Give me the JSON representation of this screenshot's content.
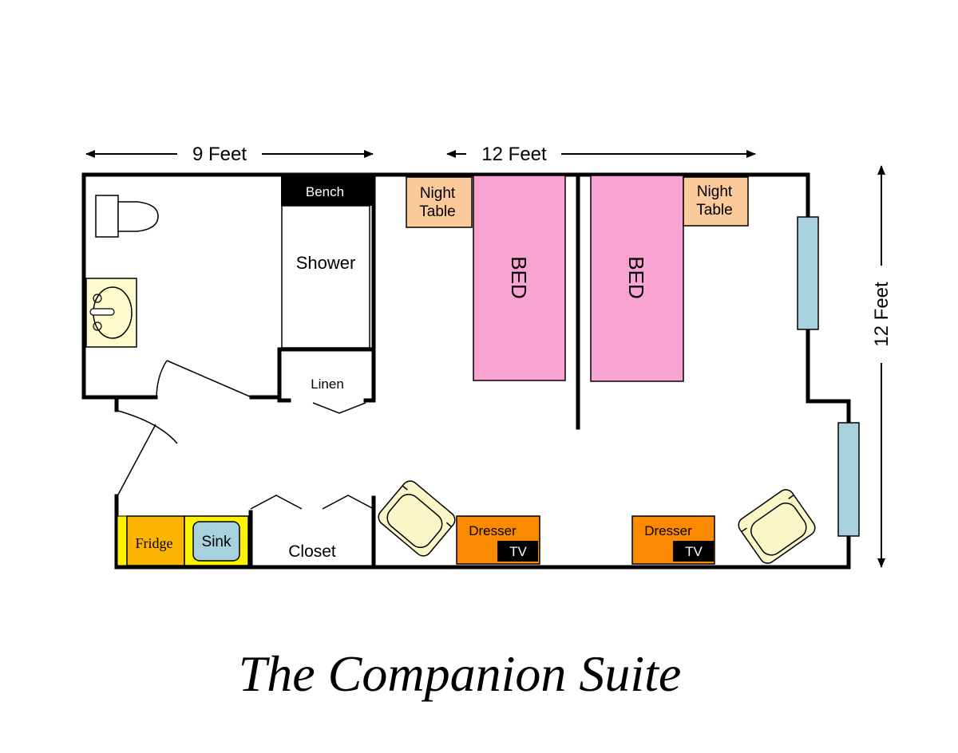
{
  "dimensions": {
    "left_width": "9 Feet",
    "right_width": "12 Feet",
    "height": "12 Feet"
  },
  "bathroom": {
    "bench": "Bench",
    "shower": "Shower",
    "linen": "Linen"
  },
  "bedroom": {
    "night_table_left_line1": "Night",
    "night_table_left_line2": "Table",
    "night_table_right_line1": "Night",
    "night_table_right_line2": "Table",
    "bed_left": "BED",
    "bed_right": "BED",
    "dresser_left": "Dresser",
    "tv_left": "TV",
    "dresser_right": "Dresser",
    "tv_right": "TV"
  },
  "kitchenette": {
    "fridge": "Fridge",
    "sink": "Sink",
    "closet": "Closet"
  },
  "title": "The Companion Suite",
  "colors": {
    "bed": "#f9a3d2",
    "night_table": "#fcc99a",
    "dresser": "#fb8a00",
    "fridge": "#fbb400",
    "fridge_edge": "#fff200",
    "sink": "#a7d1dd",
    "window": "#a7d1dd",
    "vanity": "#fefccc",
    "chair": "#fbf6c7"
  }
}
